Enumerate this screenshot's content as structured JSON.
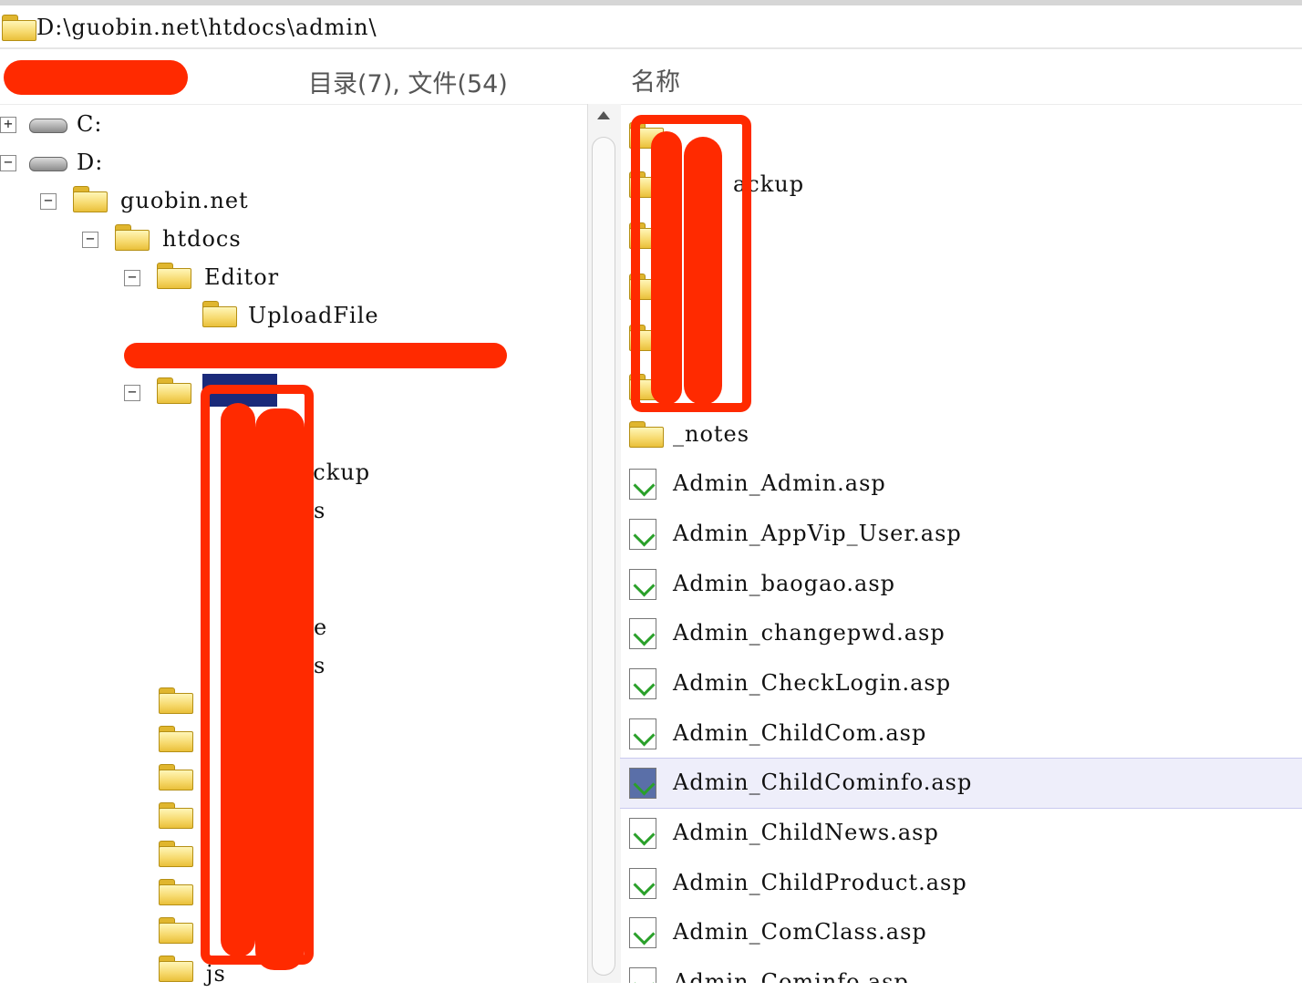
{
  "path_bar": {
    "path": "D:\\guobin.net\\htdocs\\admin\\"
  },
  "header": {
    "counts": "目录(7), 文件(54)",
    "name_column": "名称"
  },
  "tree": {
    "items": [
      {
        "label": "C:",
        "icon": "drive-icon",
        "expander": "+"
      },
      {
        "label": "D:",
        "icon": "drive-icon",
        "expander": "−"
      },
      {
        "label": "guobin.net",
        "icon": "folder-icon",
        "expander": "−"
      },
      {
        "label": "htdocs",
        "icon": "folder-icon",
        "expander": "−"
      },
      {
        "label": "Editor",
        "icon": "folder-icon",
        "expander": "−"
      },
      {
        "label": "UploadFile",
        "icon": "folder-icon",
        "expander": ""
      },
      {
        "label": "ackup",
        "icon": "folder-icon"
      },
      {
        "label": "s",
        "icon": "folder-icon"
      },
      {
        "label": "e",
        "icon": "folder-icon"
      },
      {
        "label": "s",
        "icon": "folder-icon"
      },
      {
        "label": "js",
        "icon": "folder-icon"
      }
    ]
  },
  "list": {
    "folders_partial": [
      "ackup"
    ],
    "files": [
      {
        "name": "_notes",
        "type": "folder"
      },
      {
        "name": "Admin_Admin.asp",
        "type": "asp"
      },
      {
        "name": "Admin_AppVip_User.asp",
        "type": "asp"
      },
      {
        "name": "Admin_baogao.asp",
        "type": "asp"
      },
      {
        "name": "Admin_changepwd.asp",
        "type": "asp"
      },
      {
        "name": "Admin_CheckLogin.asp",
        "type": "asp"
      },
      {
        "name": "Admin_ChildCom.asp",
        "type": "asp"
      },
      {
        "name": "Admin_ChildCominfo.asp",
        "type": "asp",
        "selected": true
      },
      {
        "name": "Admin_ChildNews.asp",
        "type": "asp"
      },
      {
        "name": "Admin_ChildProduct.asp",
        "type": "asp"
      },
      {
        "name": "Admin_ComClass.asp",
        "type": "asp"
      },
      {
        "name": "Admin_Cominfo.asp",
        "type": "asp"
      }
    ]
  },
  "colors": {
    "redaction": "#ff2a00",
    "selection": "#eeeefa",
    "folder": "#f6d86a"
  }
}
